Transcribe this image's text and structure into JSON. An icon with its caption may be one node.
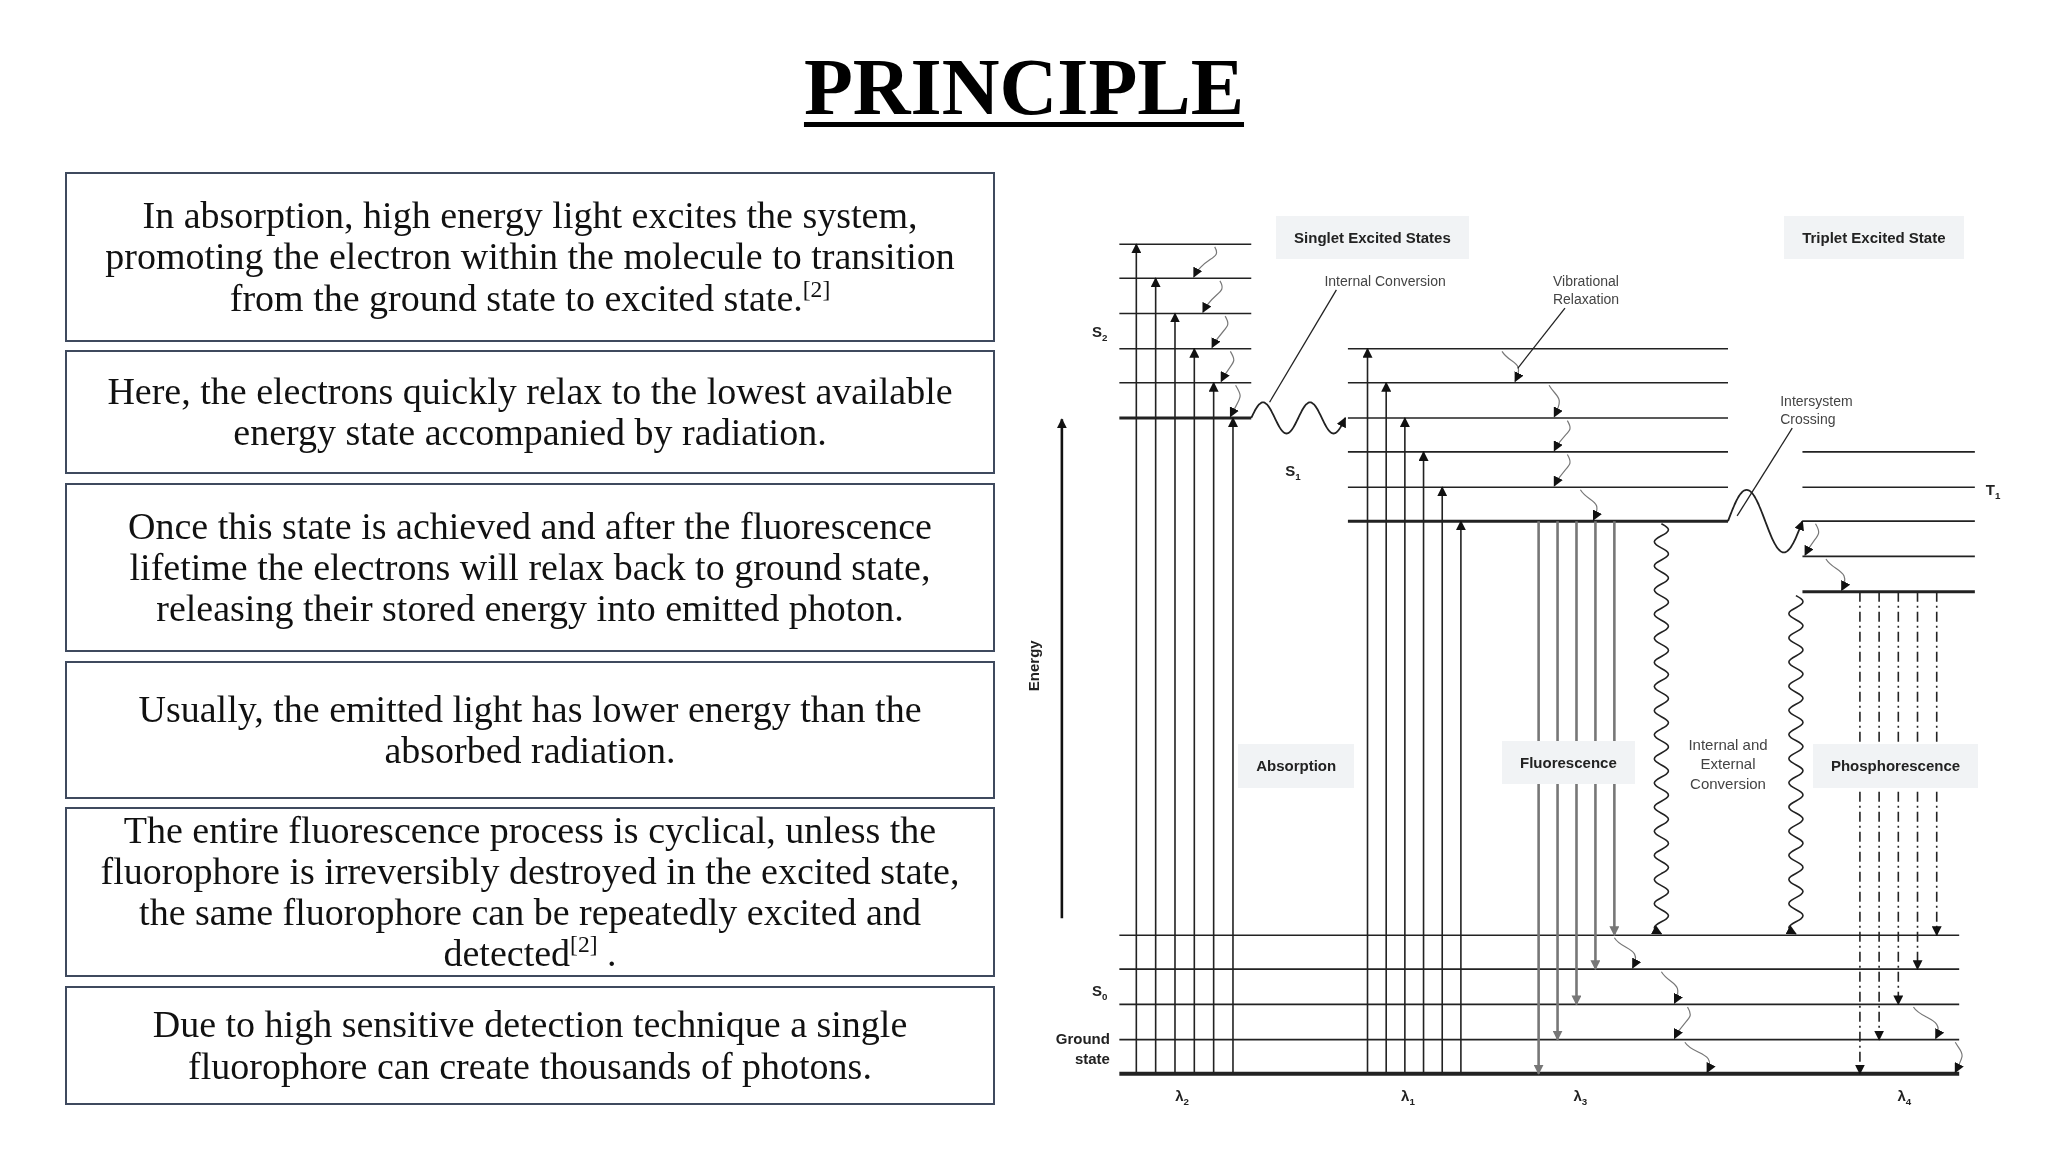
{
  "diagram": {
    "title": "PRINCIPLE",
    "nodes": [
      {
        "text": [
          "In absorption, high energy light excites the system, promoting the electron within the molecule to transition from the ground state to excited state.$^{[2]}$"
        ]
      },
      {
        "text": [
          "Here, the electrons quickly relax to the lowest available energy state accompanied by radiation."
        ]
      },
      {
        "text": [
          "Once this state is achieved and after the fluorescence lifetime the electrons will relax back to ground state, releasing their stored energy into emitted photon."
        ]
      },
      {
        "text": [
          "Usually, the emitted light has lower energy than the absorbed radiation."
        ]
      },
      {
        "text": [
          "The entire fluorescence process is cyclical, unless the fluorophore is irreversibly destroyed in the excited state, the same fluorophore can be repeatedly excited and detected$^{[2]}$ ."
        ]
      },
      {
        "text": [
          "Due to high sensitive detection technique a single fluorophore can create thousands of photons."
        ]
      },
      {
        "text": [
          "Internal Conversion"
        ]
      },
      {
        "text": [
          "Vibrational Relaxation"
        ]
      },
      {
        "text": [
          "Intersystem Crossing"
        ]
      }
    ],
    "edges": [
      {
        "from": 6,
        "to": null,
        "arrow": "none"
      },
      {
        "from": 7,
        "to": null,
        "arrow": "none"
      },
      {
        "from": 8,
        "to": null,
        "arrow": "none"
      }
    ],
    "labels": [
      "Singlet Excited States",
      "Triplet Excited State",
      "S$_{2}$",
      "S$_{1}$",
      "T$_{1}$",
      "Energy",
      "Absorption",
      "Fluorescence",
      "Internal and External Conversion",
      "Phosphorescence",
      "S$_{0}$",
      "Ground state",
      "λ$_{2}$",
      "λ$_{1}$",
      "λ$_{3}$",
      "λ$_{4}$"
    ]
  }
}
